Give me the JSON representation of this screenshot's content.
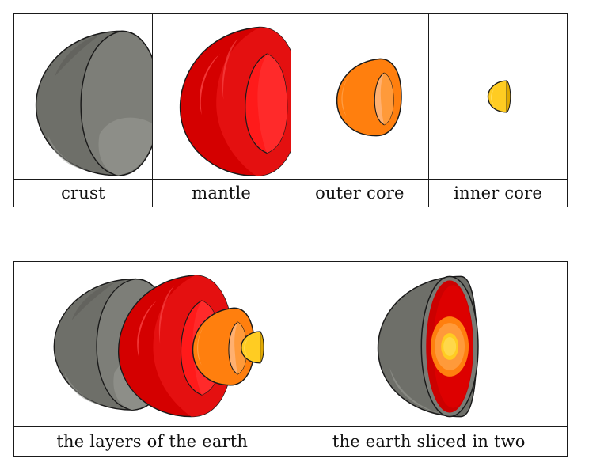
{
  "top_row": {
    "captions": [
      "crust",
      "mantle",
      "outer core",
      "inner core"
    ]
  },
  "bottom_row": {
    "captions": [
      "the layers of the earth",
      "the earth sliced in two"
    ]
  },
  "colors": {
    "crust": "#6e6f69",
    "crust_light": "#8d8e88",
    "mantle": "#d40000",
    "mantle_light": "#ff2a2a",
    "outer_core": "#ff7f0e",
    "outer_core_light": "#ffb070",
    "inner_core": "#ffcc22",
    "outline": "#1a1a1a"
  }
}
